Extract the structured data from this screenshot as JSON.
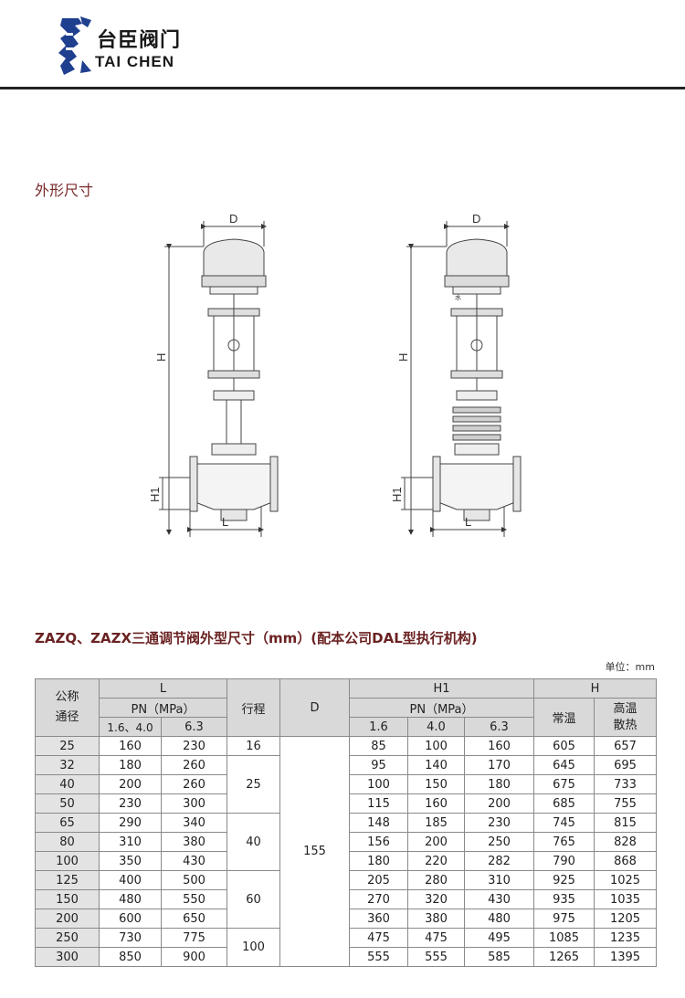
{
  "brand": {
    "name_cn": "台臣阀门",
    "name_en": "TAI CHEN"
  },
  "section_title": "外形尺寸",
  "drawing_labels": {
    "d": "D",
    "h": "H",
    "h1": "H1",
    "l": "L",
    "side_note": "水"
  },
  "table_title": "ZAZQ、ZAZX三通调节阀外型尺寸（mm）(配本公司DAL型执行机构)",
  "unit": "单位：mm",
  "table": {
    "headers": {
      "dn": "公称\n通径",
      "l": "L",
      "l_pn": "PN（MPa）",
      "l_sub": [
        "1.6、4.0",
        "6.3"
      ],
      "stroke": "行程",
      "d": "D",
      "h1": "H1",
      "h1_pn": "PN（MPa）",
      "h1_sub": [
        "1.6",
        "4.0",
        "6.3"
      ],
      "h": "H",
      "h_sub": [
        "常温",
        "高温\n散热"
      ]
    },
    "d_value": "155",
    "stroke_groups": [
      {
        "value": "16",
        "rows": 1
      },
      {
        "value": "25",
        "rows": 3
      },
      {
        "value": "40",
        "rows": 3
      },
      {
        "value": "60",
        "rows": 3
      },
      {
        "value": "100",
        "rows": 2
      }
    ],
    "rows": [
      {
        "dn": "25",
        "l16": "160",
        "l63": "230",
        "h1_16": "85",
        "h1_40": "100",
        "h1_63": "160",
        "h": "605",
        "h_hot": "657"
      },
      {
        "dn": "32",
        "l16": "180",
        "l63": "260",
        "h1_16": "95",
        "h1_40": "140",
        "h1_63": "170",
        "h": "645",
        "h_hot": "695"
      },
      {
        "dn": "40",
        "l16": "200",
        "l63": "260",
        "h1_16": "100",
        "h1_40": "150",
        "h1_63": "180",
        "h": "675",
        "h_hot": "733"
      },
      {
        "dn": "50",
        "l16": "230",
        "l63": "300",
        "h1_16": "115",
        "h1_40": "160",
        "h1_63": "200",
        "h": "685",
        "h_hot": "755"
      },
      {
        "dn": "65",
        "l16": "290",
        "l63": "340",
        "h1_16": "148",
        "h1_40": "185",
        "h1_63": "230",
        "h": "745",
        "h_hot": "815"
      },
      {
        "dn": "80",
        "l16": "310",
        "l63": "380",
        "h1_16": "156",
        "h1_40": "200",
        "h1_63": "250",
        "h": "765",
        "h_hot": "828"
      },
      {
        "dn": "100",
        "l16": "350",
        "l63": "430",
        "h1_16": "180",
        "h1_40": "220",
        "h1_63": "282",
        "h": "790",
        "h_hot": "868"
      },
      {
        "dn": "125",
        "l16": "400",
        "l63": "500",
        "h1_16": "205",
        "h1_40": "280",
        "h1_63": "310",
        "h": "925",
        "h_hot": "1025"
      },
      {
        "dn": "150",
        "l16": "480",
        "l63": "550",
        "h1_16": "270",
        "h1_40": "320",
        "h1_63": "430",
        "h": "935",
        "h_hot": "1035"
      },
      {
        "dn": "200",
        "l16": "600",
        "l63": "650",
        "h1_16": "360",
        "h1_40": "380",
        "h1_63": "480",
        "h": "975",
        "h_hot": "1205"
      },
      {
        "dn": "250",
        "l16": "730",
        "l63": "775",
        "h1_16": "475",
        "h1_40": "475",
        "h1_63": "495",
        "h": "1085",
        "h_hot": "1235"
      },
      {
        "dn": "300",
        "l16": "850",
        "l63": "900",
        "h1_16": "555",
        "h1_40": "555",
        "h1_63": "585",
        "h": "1265",
        "h_hot": "1395"
      }
    ]
  }
}
